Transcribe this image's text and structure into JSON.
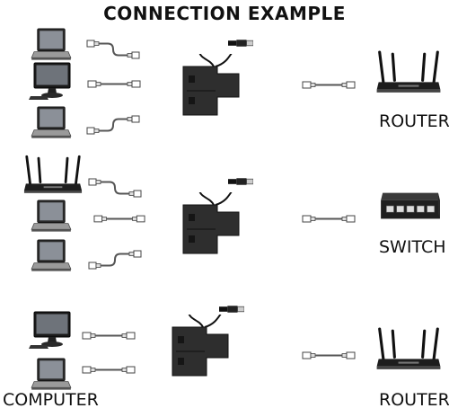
{
  "title": "CONNECTION EXAMPLE",
  "labels": {
    "router_top": "ROUTER",
    "switch": "SWITCH",
    "computer": "COMPUTER",
    "router_bottom": "ROUTER"
  }
}
